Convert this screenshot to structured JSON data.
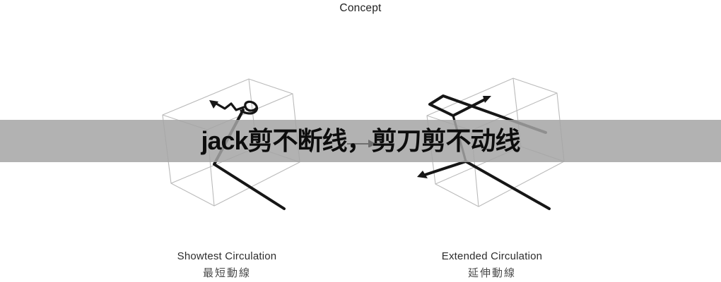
{
  "header": {
    "title": "Concept"
  },
  "banner": {
    "text": "jack剪不断线，剪刀剪不动线",
    "background": "rgba(165,165,165,0.85)",
    "text_color": "#0d0d0d",
    "flow_arrow_icon": "right-arrow"
  },
  "diagrams": [
    {
      "caption_en": "Showtest Circulation",
      "caption_zh": "最短動線"
    },
    {
      "caption_en": "Extended Circulation",
      "caption_zh": "延伸動線"
    }
  ],
  "colors": {
    "background": "#ffffff",
    "wireframe": "#bababa",
    "path": "#161616",
    "mid_arrow": "#6f6f6f",
    "title_text": "#222222",
    "caption_en_text": "#2d2d2d",
    "caption_zh_text": "#4a4a4a"
  }
}
